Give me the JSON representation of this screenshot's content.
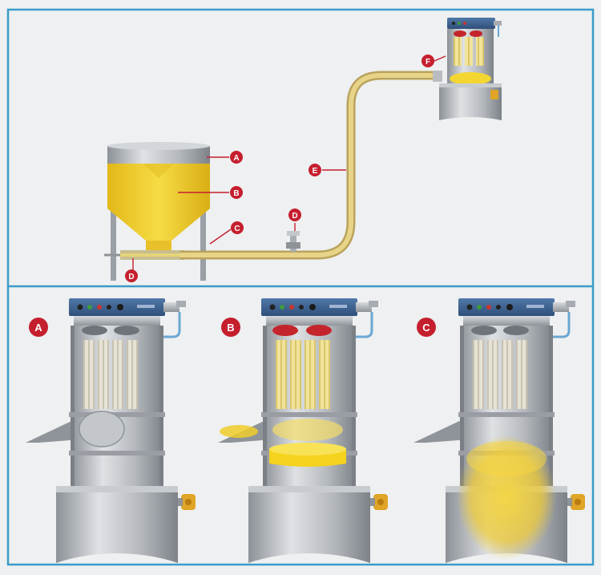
{
  "colors": {
    "frame": "#3a9cc9",
    "background": "#eef0f1",
    "callout": "#c51f2e",
    "material": "#f2cf2b",
    "pipe": "#d9c17a",
    "steel": "#b9bcc0",
    "steel_dark": "#8e9398",
    "control_box": "#3b5f8e",
    "valve": "#e0a526",
    "filter_head_red": "#c4252c"
  },
  "overview": {
    "callouts": {
      "a": "A",
      "b": "B",
      "c": "C",
      "d_inlet": "D",
      "d_valve": "D",
      "e": "E",
      "f": "F"
    }
  },
  "steps": {
    "a": "A",
    "b": "B",
    "c": "C"
  },
  "icons": [
    "hopper",
    "conveying-pipe",
    "vacuum-receiver",
    "filter-cartridges",
    "control-panel",
    "discharge-flap"
  ]
}
